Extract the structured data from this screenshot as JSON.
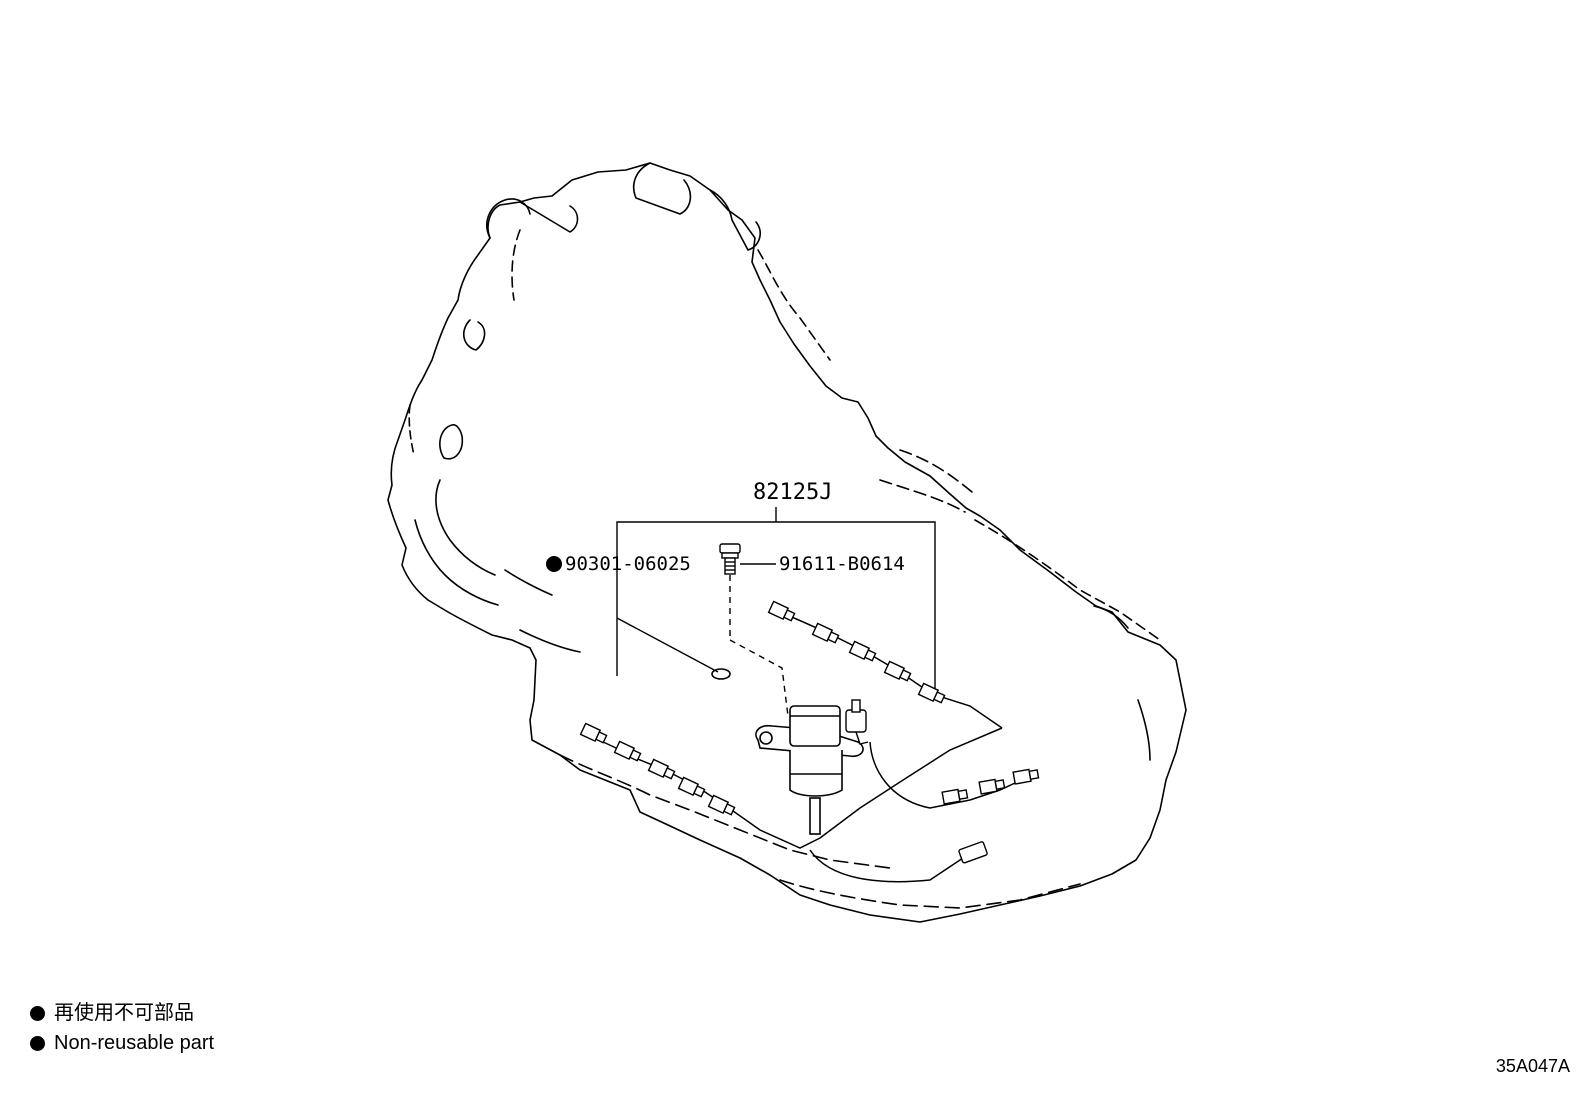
{
  "callouts": {
    "assembly": "82125J",
    "gasket": "90301-06025",
    "bolt": "91611-B0614"
  },
  "legend": {
    "line_ja": "再使用不可部品",
    "line_en": "Non-reusable part"
  },
  "figure_id": "35A047A"
}
